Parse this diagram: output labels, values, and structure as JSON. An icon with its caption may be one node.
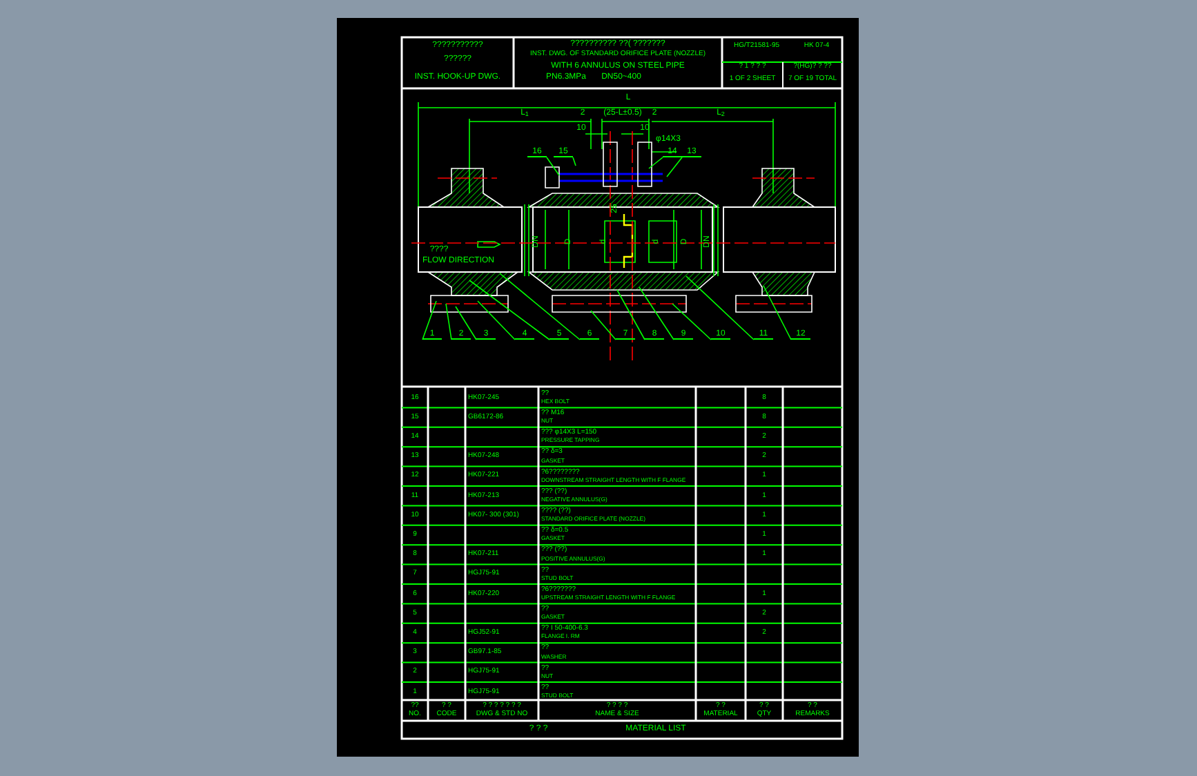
{
  "diagram": {
    "nodes": [
      {
        "text": [
          "16"
        ]
      },
      {
        "text": [
          "15"
        ]
      },
      {
        "text": [
          "14"
        ]
      },
      {
        "text": [
          "13"
        ]
      },
      {
        "text": [
          "1"
        ]
      },
      {
        "text": [
          "2"
        ]
      },
      {
        "text": [
          "3"
        ]
      },
      {
        "text": [
          "4"
        ]
      },
      {
        "text": [
          "5"
        ]
      },
      {
        "text": [
          "6"
        ]
      },
      {
        "text": [
          "7"
        ]
      },
      {
        "text": [
          "8"
        ]
      },
      {
        "text": [
          "9"
        ]
      },
      {
        "text": [
          "10"
        ]
      },
      {
        "text": [
          "11"
        ]
      },
      {
        "text": [
          "12"
        ]
      }
    ],
    "edges": [
      {
        "from": 0,
        "to": null,
        "arrow": "none"
      },
      {
        "from": 1,
        "to": null,
        "arrow": "none"
      },
      {
        "from": 2,
        "to": null,
        "arrow": "none"
      },
      {
        "from": 3,
        "to": null,
        "arrow": "none"
      },
      {
        "from": 4,
        "to": null,
        "arrow": "none"
      },
      {
        "from": 5,
        "to": null,
        "arrow": "none"
      },
      {
        "from": 6,
        "to": null,
        "arrow": "none"
      },
      {
        "from": 7,
        "to": null,
        "arrow": "none"
      },
      {
        "from": 8,
        "to": null,
        "arrow": "none"
      },
      {
        "from": 9,
        "to": null,
        "arrow": "none"
      },
      {
        "from": 10,
        "to": null,
        "arrow": "none"
      },
      {
        "from": 11,
        "to": null,
        "arrow": "none"
      },
      {
        "from": 12,
        "to": null,
        "arrow": "none"
      },
      {
        "from": 13,
        "to": null,
        "arrow": "none"
      },
      {
        "from": 14,
        "to": null,
        "arrow": "none"
      },
      {
        "from": 15,
        "to": null,
        "arrow": "none"
      }
    ],
    "labels": [
      "???????????",
      "??????",
      "INST. HOOK-UP DWG.",
      "?????????? ??( ???????",
      "INST. DWG. OF STANDARD ORIFICE PLATE (NOZZLE)",
      "WITH 6 ANNULUS ON STEEL PIPE",
      "PN6.3MPa",
      "DN50~400",
      "HG/T21581-95",
      "HK 07-4",
      "? 1 ? ? ?",
      "1 OF 2 SHEET",
      "?(HG)? ? ??",
      "7 OF 19 TOTAL",
      "L",
      "L$_{1}$",
      "2",
      "(25-L±0.5)",
      "2",
      "L$_{2}$",
      "10",
      "10",
      "φ14X3",
      "25",
      "????",
      "FLOW DIRECTION",
      "DN",
      "D",
      "d",
      "d",
      "D",
      "DN",
      "16",
      "HK07-245",
      "??",
      "HEX BOLT",
      "8",
      "15",
      "GB6172-86",
      "?? M16",
      "NUT",
      "8",
      "14",
      "??? φ14X3 L=150",
      "PRESSURE TAPPING",
      "2",
      "13",
      "HK07-248",
      "?? δ=3",
      "GASKET",
      "2",
      "12",
      "HK07-221",
      "?6????????",
      "DOWNSTREAM STRAIGHT LENGTH WITH F FLANGE",
      "1",
      "11",
      "HK07-213",
      "??? (??)",
      "NEGATIVE ANNULUS(G)",
      "1",
      "10",
      "HK07- 300 (301)",
      "???? (??)",
      "STANDARD ORIFICE PLATE (NOZZLE)",
      "1",
      "9",
      "?? δ=0.5",
      "GASKET",
      "1",
      "8",
      "HK07-211",
      "??? (??)",
      "POSITIVE ANNULUS(G)",
      "1",
      "7",
      "HGJ75-91",
      "??",
      "STUD BOLT",
      "6",
      "HK07-220",
      "?6???????",
      "UPSTREAM STRAIGHT LENGTH WITH F FLANGE",
      "1",
      "5",
      "??",
      "GASKET",
      "2",
      "4",
      "HGJ52-91",
      "?? I 50-400-6.3",
      "FLANGE I. RM",
      "2",
      "3",
      "GB97.1-85",
      "??",
      "WASHER",
      "2",
      "HGJ75-91",
      "??",
      "NUT",
      "1",
      "HGJ75-91",
      "??",
      "STUD BOLT",
      "??",
      "NO.",
      "? ?",
      "CODE",
      "? ? ? ? ? ? ?",
      "DWG & STD NO",
      "? ? ? ?",
      "NAME & SIZE",
      "? ?",
      "MATERIAL",
      "? ?",
      "QTY",
      "? ?",
      "REMARKS",
      "? ? ?",
      "MATERIAL LIST"
    ]
  }
}
